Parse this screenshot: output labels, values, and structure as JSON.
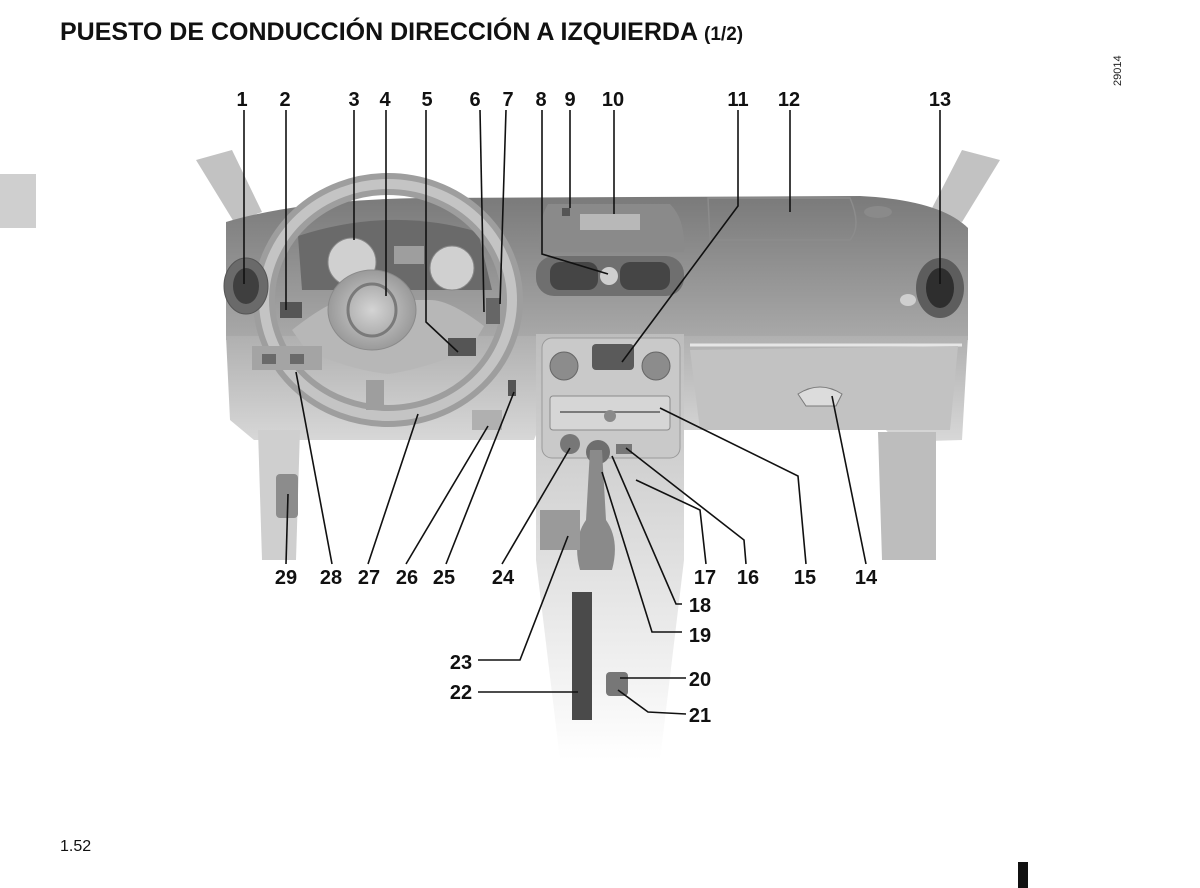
{
  "header": {
    "title": "PUESTO DE CONDUCCIÓN DIRECCIÓN A IZQUIERDA",
    "title_suffix": "(1/2)"
  },
  "figure": {
    "image_code": "29014",
    "callouts": [
      "1",
      "2",
      "3",
      "4",
      "5",
      "6",
      "7",
      "8",
      "9",
      "10",
      "11",
      "12",
      "13",
      "14",
      "15",
      "16",
      "17",
      "18",
      "19",
      "20",
      "21",
      "22",
      "23",
      "24",
      "25",
      "26",
      "27",
      "28",
      "29"
    ]
  },
  "footer": {
    "page_number": "1.52"
  }
}
